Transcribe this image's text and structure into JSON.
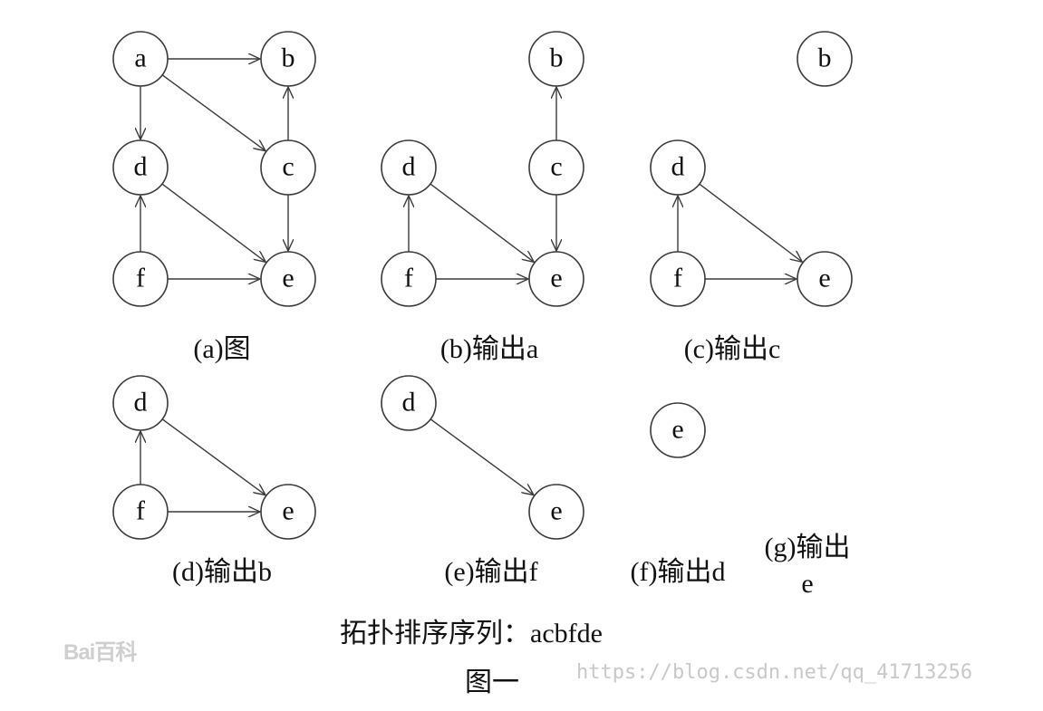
{
  "panels": [
    {
      "id": "a",
      "caption": "(a)图",
      "nodes": [
        {
          "id": "a",
          "label": "a"
        },
        {
          "id": "b",
          "label": "b"
        },
        {
          "id": "c",
          "label": "c"
        },
        {
          "id": "d",
          "label": "d"
        },
        {
          "id": "e",
          "label": "e"
        },
        {
          "id": "f",
          "label": "f"
        }
      ],
      "edges": [
        [
          "a",
          "b"
        ],
        [
          "a",
          "d"
        ],
        [
          "a",
          "c"
        ],
        [
          "c",
          "b"
        ],
        [
          "c",
          "e"
        ],
        [
          "d",
          "e"
        ],
        [
          "f",
          "d"
        ],
        [
          "f",
          "e"
        ]
      ]
    },
    {
      "id": "b",
      "caption": "(b)输出a",
      "nodes": [
        {
          "id": "b",
          "label": "b"
        },
        {
          "id": "c",
          "label": "c"
        },
        {
          "id": "d",
          "label": "d"
        },
        {
          "id": "e",
          "label": "e"
        },
        {
          "id": "f",
          "label": "f"
        }
      ],
      "edges": [
        [
          "c",
          "b"
        ],
        [
          "c",
          "e"
        ],
        [
          "d",
          "e"
        ],
        [
          "f",
          "d"
        ],
        [
          "f",
          "e"
        ]
      ]
    },
    {
      "id": "c",
      "caption": "(c)输出c",
      "nodes": [
        {
          "id": "b",
          "label": "b"
        },
        {
          "id": "d",
          "label": "d"
        },
        {
          "id": "e",
          "label": "e"
        },
        {
          "id": "f",
          "label": "f"
        }
      ],
      "edges": [
        [
          "d",
          "e"
        ],
        [
          "f",
          "d"
        ],
        [
          "f",
          "e"
        ]
      ]
    },
    {
      "id": "d",
      "caption": "(d)输出b",
      "nodes": [
        {
          "id": "d",
          "label": "d"
        },
        {
          "id": "e",
          "label": "e"
        },
        {
          "id": "f",
          "label": "f"
        }
      ],
      "edges": [
        [
          "d",
          "e"
        ],
        [
          "f",
          "d"
        ],
        [
          "f",
          "e"
        ]
      ]
    },
    {
      "id": "e",
      "caption": "(e)输出f",
      "nodes": [
        {
          "id": "d",
          "label": "d"
        },
        {
          "id": "e",
          "label": "e"
        }
      ],
      "edges": [
        [
          "d",
          "e"
        ]
      ]
    },
    {
      "id": "f",
      "caption": "(f)输出d",
      "nodes": [
        {
          "id": "e",
          "label": "e"
        }
      ],
      "edges": []
    },
    {
      "id": "g",
      "caption_line1": "(g)输出",
      "caption_line2": "e",
      "nodes": [],
      "edges": []
    }
  ],
  "sequence_label": "拓扑排序序列：acbfde",
  "figure_title": "图一",
  "watermark_url": "https://blog.csdn.net/qq_41713256",
  "watermark_logo": "Bai百科"
}
